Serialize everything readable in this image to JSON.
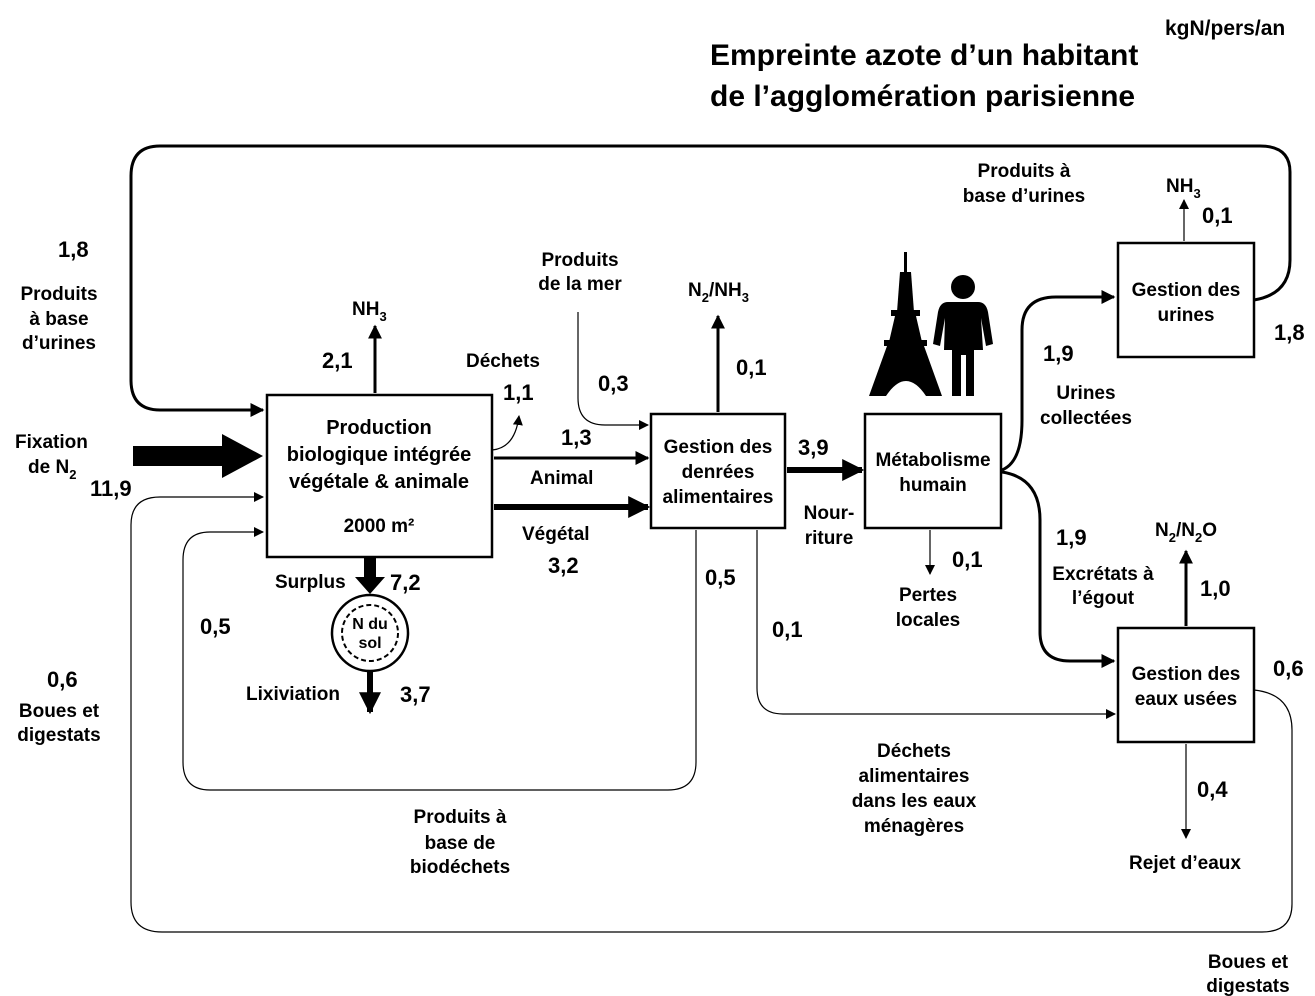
{
  "header": {
    "unit": "kgN/pers/an",
    "title_line1": "Empreinte azote d’un habitant",
    "title_line2": "de l’agglomération parisienne"
  },
  "boxes": {
    "production": {
      "line1": "Production",
      "line2": "biologique intégrée",
      "line3": "végétale & animale",
      "area": "2000 m²"
    },
    "gestion_denrees": {
      "line1": "Gestion des",
      "line2": "denrées",
      "line3": "alimentaires"
    },
    "metabolisme": {
      "line1": "Métabolisme",
      "line2": "humain"
    },
    "gestion_urines": {
      "line1": "Gestion des",
      "line2": "urines"
    },
    "gestion_eaux": {
      "line1": "Gestion des",
      "line2": "eaux usées"
    },
    "sol": {
      "line1": "N du",
      "line2": "sol"
    }
  },
  "flows": {
    "fixation": {
      "label1": "Fixation",
      "label2_main": "de N",
      "label2_sub": "2",
      "value": "11,9"
    },
    "urines_loop": {
      "value": "1,8",
      "label1": "Produits",
      "label2": "à base",
      "label3": "d’urines"
    },
    "nh3_prod": {
      "label_main": "NH",
      "label_sub": "3",
      "value": "2,1"
    },
    "dechets": {
      "label": "Déchets",
      "value": "1,1"
    },
    "animal": {
      "value": "1,3",
      "label": "Animal"
    },
    "vegetal": {
      "label": "Végétal",
      "value": "3,2"
    },
    "surplus": {
      "label": "Surplus",
      "value": "7,2"
    },
    "lixiviation": {
      "label": "Lixiviation",
      "value": "3,7"
    },
    "produits_mer": {
      "label1": "Produits",
      "label2": "de la mer",
      "value": "0,3"
    },
    "n2nh3": {
      "label_a": "N",
      "label_a_sub": "2",
      "label_b": "/NH",
      "label_b_sub": "3",
      "value": "0,1"
    },
    "nourriture": {
      "value": "3,9",
      "label1": "Nour-",
      "label2": "riture"
    },
    "pertes": {
      "value": "0,1",
      "label1": "Pertes",
      "label2": "locales"
    },
    "biodechets": {
      "value": "0,5",
      "label1": "Produits à",
      "label2": "base de",
      "label3": "biodéchets"
    },
    "biodechets_in": {
      "value": "0,5"
    },
    "dechets_eaux": {
      "value": "0,1",
      "label1": "Déchets",
      "label2": "alimentaires",
      "label3": "dans les eaux",
      "label4": "ménagères"
    },
    "urines_collectees": {
      "value": "1,9",
      "label1": "Urines",
      "label2": "collectées"
    },
    "excretats": {
      "value": "1,9",
      "label1": "Excrétats à",
      "label2": "l’égout"
    },
    "urines_top": {
      "label1": "Produits à",
      "label2": "base d’urines"
    },
    "nh3_urines": {
      "label_main": "NH",
      "label_sub": "3",
      "value": "0,1"
    },
    "urines_out": {
      "value": "1,8"
    },
    "n2n2o": {
      "label_a": "N",
      "label_a_sub": "2",
      "label_b": "/N",
      "label_b_sub": "2",
      "label_c": "O",
      "value": "1,0"
    },
    "rejet": {
      "value": "0,4",
      "label": "Rejet d’eaux"
    },
    "boues_out": {
      "value": "0,6",
      "label1": "Boues et",
      "label2": "digestats"
    },
    "boues_in": {
      "value": "0,6",
      "label1": "Boues et",
      "label2": "digestats"
    }
  },
  "icons": [
    "eiffel-tower-icon",
    "person-icon"
  ]
}
